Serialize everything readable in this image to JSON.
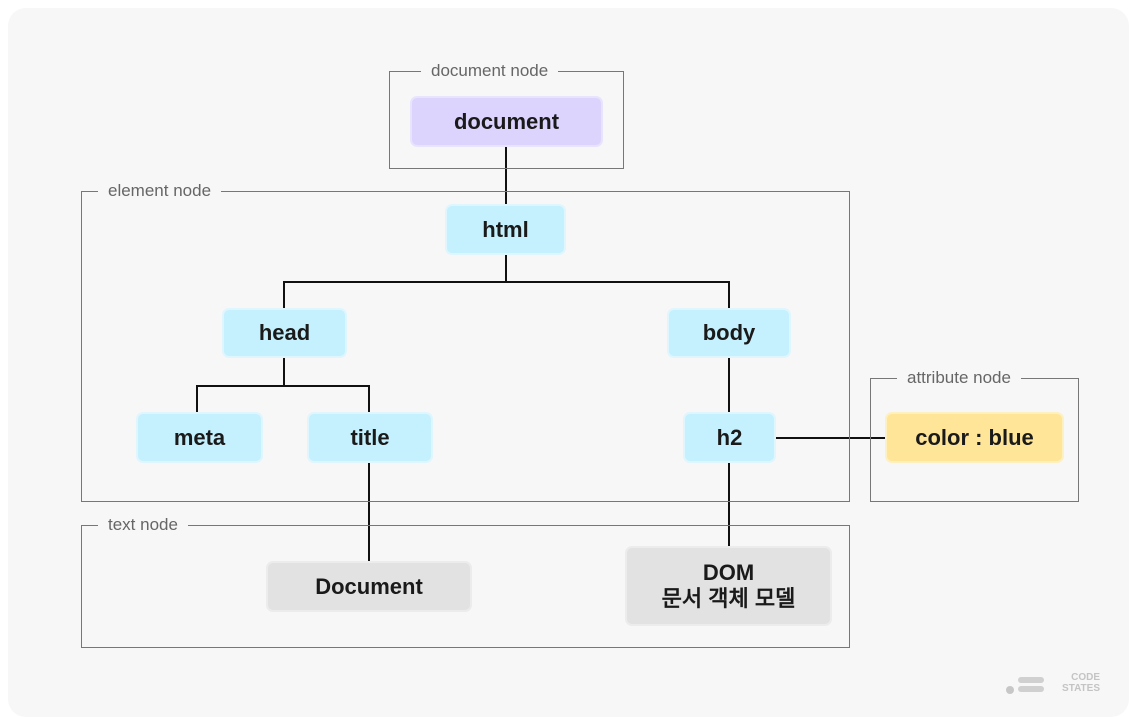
{
  "groups": {
    "document": "document node",
    "element": "element node",
    "attribute": "attribute node",
    "text": "text node"
  },
  "nodes": {
    "document": "document",
    "html": "html",
    "head": "head",
    "body": "body",
    "meta": "meta",
    "title": "title",
    "h2": "h2",
    "attr": "color : blue",
    "text_document": "Document",
    "text_dom_line1": "DOM",
    "text_dom_line2": "문서 객체 모델"
  },
  "logo": {
    "line1": "CODE",
    "line2": "STATES"
  },
  "colors": {
    "document": "#dcd4fd",
    "element": "#c5f0fd",
    "attribute": "#ffe598",
    "text": "#e2e2e2",
    "lines": "#111111"
  }
}
